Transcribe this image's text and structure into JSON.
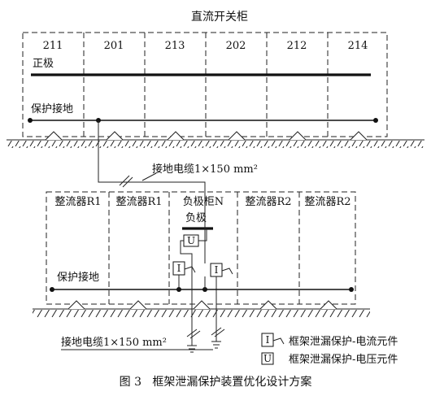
{
  "top_cabinet": {
    "title": "直流开关柜",
    "columns": [
      "211",
      "201",
      "213",
      "202",
      "212",
      "214"
    ],
    "positive_label": "正极",
    "ground_label": "保护接地"
  },
  "cable_top_label": "接地电缆1×150 mm²",
  "bottom_cabinets": {
    "labels": [
      "整流器R1",
      "整流器R1",
      "负极柜N",
      "整流器R2",
      "整流器R2"
    ],
    "negative_label": "负极",
    "ground_label": "保护接地"
  },
  "cable_bottom_label": "接地电缆1×150 mm²",
  "legend": {
    "current_element": "框架泄漏保护-电流元件",
    "voltage_element": "框架泄漏保护-电压元件"
  },
  "element_symbols": {
    "current": "I",
    "voltage": "U"
  },
  "caption": "图 3   框架泄漏保护装置优化设计方案"
}
